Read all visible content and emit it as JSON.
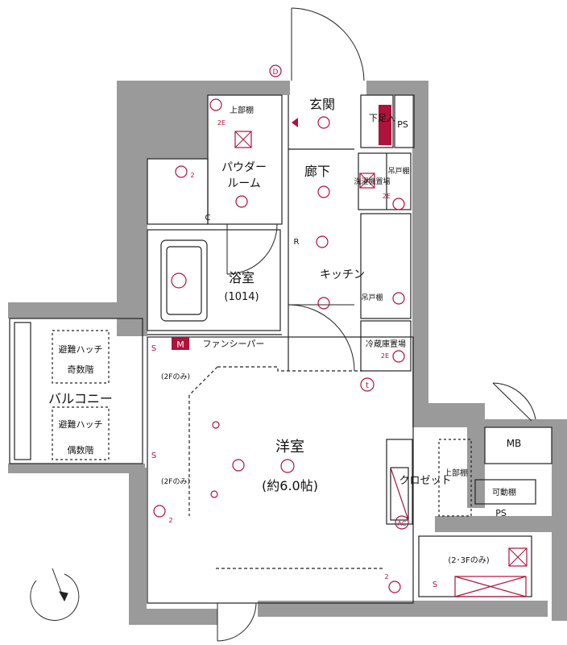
{
  "rooms": {
    "entrance": "玄関",
    "shoe_storage": "下足入",
    "ps": "PS",
    "powder_room": "パウダー",
    "powder_room_2": "ルーム",
    "upper_shelf": "上部棚",
    "corridor": "廊下",
    "laundry": "洗濯機置場",
    "hanging_shelf": "吊戸棚",
    "kitchen": "キッチン",
    "bath": "浴室",
    "bath_size": "(1014)",
    "hanging_shelf_2": "吊戸棚",
    "fridge": "冷蔵庫置場",
    "fan": "ファンシーパー",
    "balcony": "バルコニー",
    "hatch": "避難ハッチ",
    "odd_floor": "奇数階",
    "even_floor": "偶数階",
    "second_floor_only": "(2Fのみ)",
    "western_room": "洋室",
    "western_room_size": "(約6.0帖)",
    "closet": "クロゼット",
    "upper_shelf_2": "上部棚",
    "movable_shelf": "可動棚",
    "ps_2": "PS",
    "mb": "MB",
    "floors_23_only": "(2･3Fのみ)"
  },
  "symbols": {
    "door_bell": "D",
    "c": "C",
    "r": "R",
    "m": "M",
    "s": "S",
    "t": "t",
    "ac": "AC",
    "e2": "2E",
    "two": "2"
  },
  "colors": {
    "wall": "#9a9a9a",
    "symbol": "#b0123a",
    "line": "#222222"
  }
}
